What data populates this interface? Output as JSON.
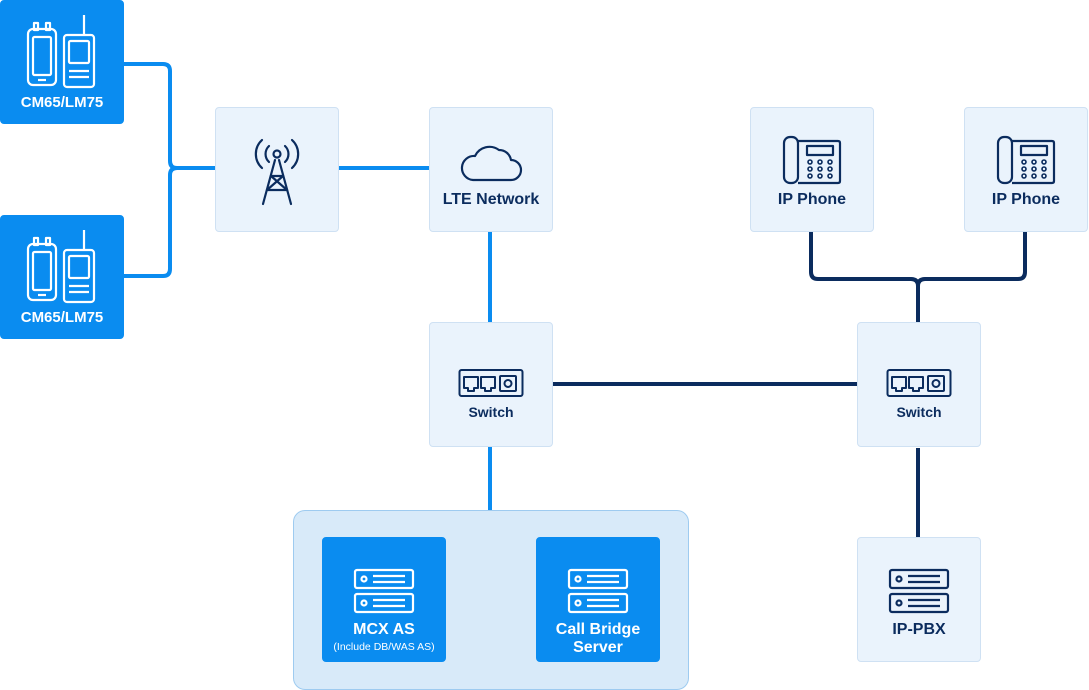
{
  "devices": {
    "top": {
      "label": "CM65/LM75"
    },
    "bottom": {
      "label": "CM65/LM75"
    }
  },
  "lte": {
    "label": "LTE Network"
  },
  "phones": {
    "left": {
      "label": "IP Phone"
    },
    "right": {
      "label": "IP Phone"
    }
  },
  "switches": {
    "left": {
      "label": "Switch"
    },
    "right": {
      "label": "Switch"
    }
  },
  "servers": {
    "mcx": {
      "title": "MCX AS",
      "subtitle": "(Include DB/WAS AS)"
    },
    "bridge": {
      "line1": "Call Bridge",
      "line2": "Server"
    }
  },
  "pbx": {
    "label": "IP-PBX"
  },
  "colors": {
    "accent_blue": "#0a8cf0",
    "navy": "#0b2c5e",
    "node_fill": "#eaf3fc",
    "group_fill": "#d8eaf9"
  }
}
